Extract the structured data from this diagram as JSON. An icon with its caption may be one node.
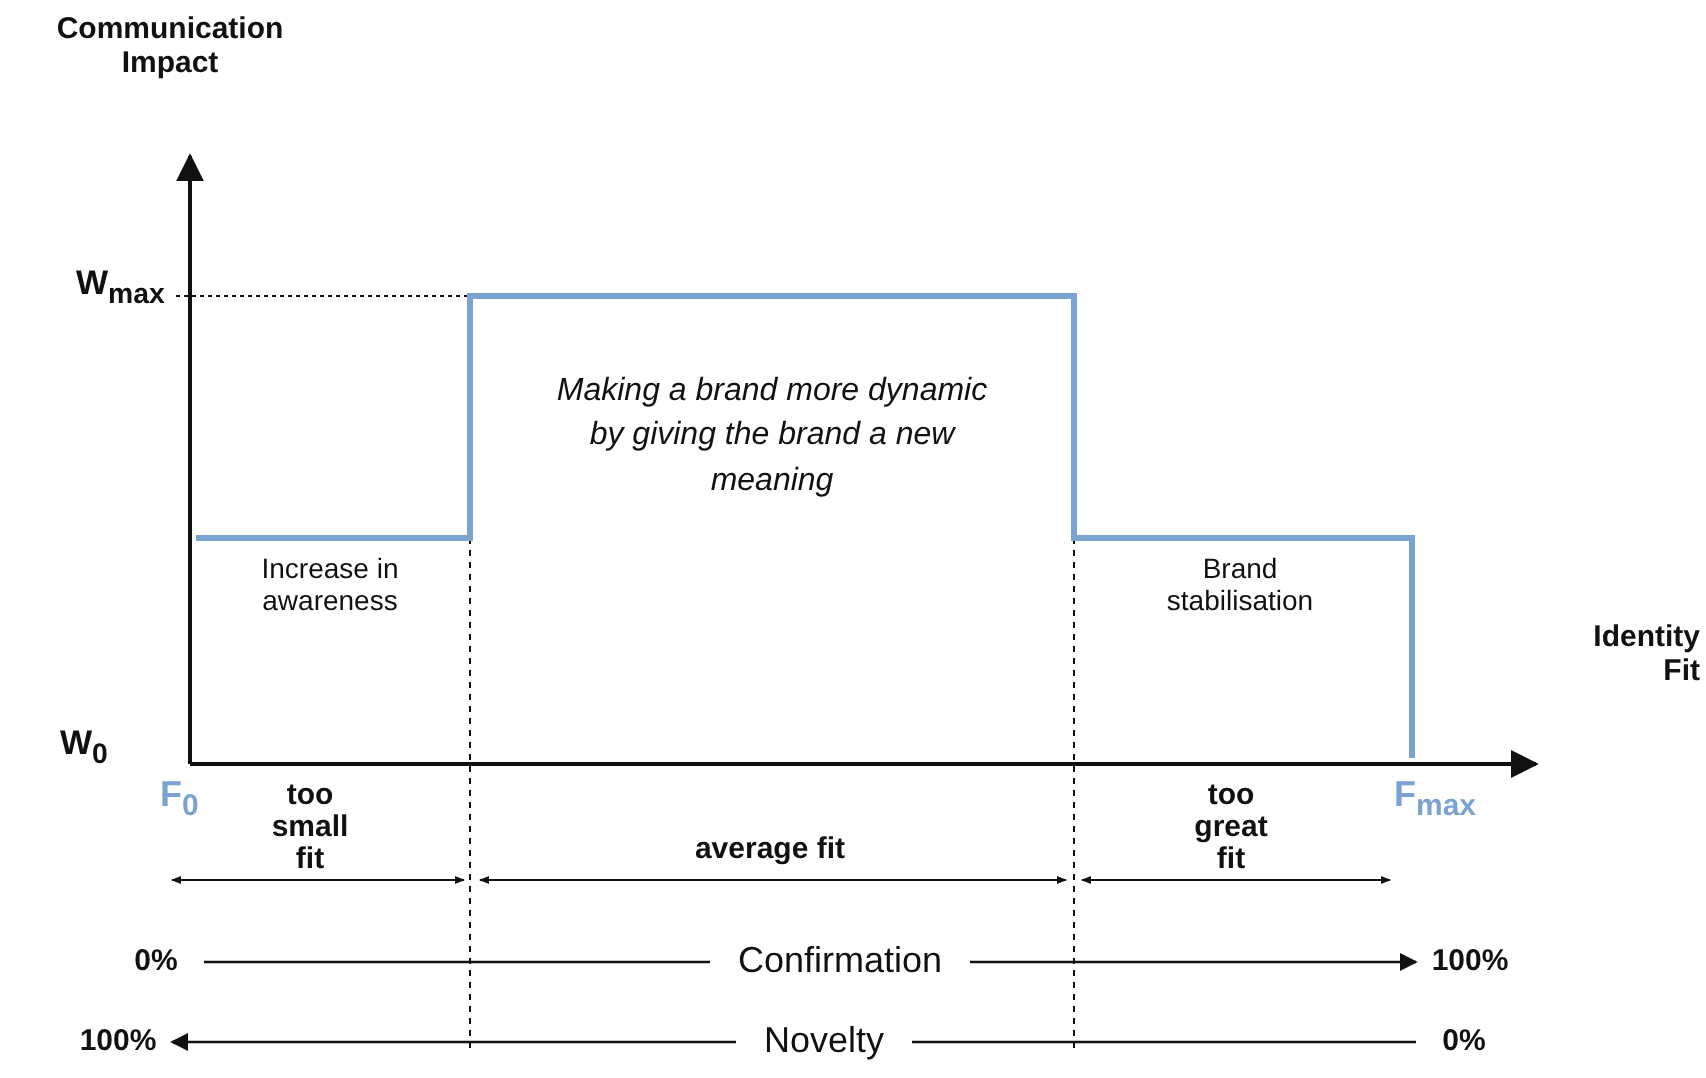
{
  "diagram": {
    "nodes": [
      {
        "text": [
          "0%"
        ]
      },
      {
        "text": [
          "100%"
        ]
      },
      {
        "text": [
          "100%"
        ]
      },
      {
        "text": [
          "0%"
        ]
      }
    ],
    "edges": [
      {
        "from": 0,
        "to": 1,
        "arrow": "to",
        "label": "Confirmation"
      },
      {
        "from": 3,
        "to": 2,
        "arrow": "to",
        "label": "Novelty"
      }
    ],
    "labels": [
      "Communication Impact",
      "W$_{max}$",
      "Making a brand more dynamic by giving the brand a new meaning",
      "Increase in awareness",
      "Brand stabilisation",
      "W$_{0}$",
      "Identity Fit",
      "F$_{0}$",
      "F$_{max}$",
      "too small fit",
      "average fit",
      "too great fit"
    ]
  }
}
